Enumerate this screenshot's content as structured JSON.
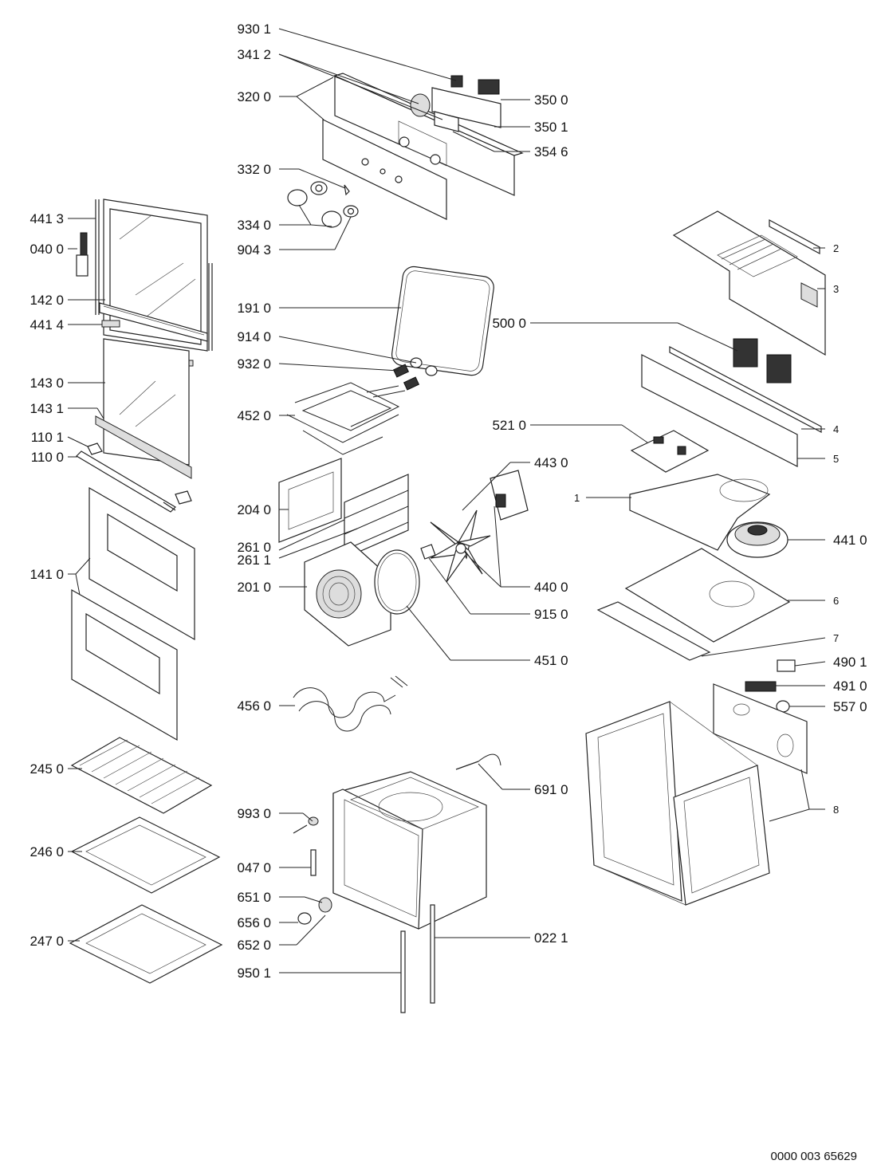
{
  "document_number": "0000 003 65629",
  "callouts": {
    "c9301": "930 1",
    "c3412": "341 2",
    "c3200": "320 0",
    "c3320": "332 0",
    "c3340": "334 0",
    "c9043": "904 3",
    "c4413": "441 3",
    "c0400": "040 0",
    "c1420": "142 0",
    "c4414": "441 4",
    "c1430": "143 0",
    "c1431": "143 1",
    "c1101": "110 1",
    "c1100": "110 0",
    "c1410": "141 0",
    "c1910": "191 0",
    "c9140": "914 0",
    "c9320": "932 0",
    "c4520": "452 0",
    "c2040": "204 0",
    "c2610": "261 0",
    "c2611": "261 1",
    "c2010": "201 0",
    "c4560": "456 0",
    "c2450": "245 0",
    "c2460": "246 0",
    "c2470": "247 0",
    "c9930": "993 0",
    "c0470": "047 0",
    "c6510": "651 0",
    "c6560": "656 0",
    "c6520": "652 0",
    "c9501": "950 1",
    "c3500": "350 0",
    "c3501": "350 1",
    "c3546": "354 6",
    "c5000": "500 0",
    "c5210": "521 0",
    "c4430": "443 0",
    "c4400": "440 0",
    "c9150": "915 0",
    "c4510": "451 0",
    "c6910": "691 0",
    "c0221": "022 1",
    "c4410": "441 0",
    "c4901": "490 1",
    "c4910": "491 0",
    "c5570": "557 0",
    "n2": "2",
    "n3": "3",
    "n4": "4",
    "n5": "5",
    "n1": "1",
    "n6": "6",
    "n7": "7",
    "n8": "8"
  }
}
